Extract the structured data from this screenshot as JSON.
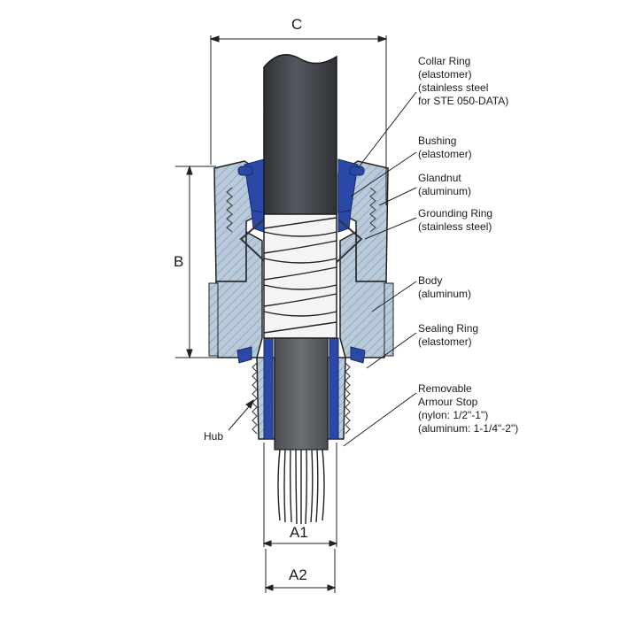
{
  "dimensions": {
    "c": "C",
    "b": "B",
    "a1": "A1",
    "a2": "A2"
  },
  "labels": {
    "collar_ring": {
      "title": "Collar Ring",
      "material": "(elastomer)",
      "note_1": "(stainless steel",
      "note_2": "for STE 050-DATA)"
    },
    "bushing": {
      "title": "Bushing",
      "material": "(elastomer)"
    },
    "glandnut": {
      "title": "Glandnut",
      "material": "(aluminum)"
    },
    "grounding_ring": {
      "title": "Grounding Ring",
      "material": "(stainless steel)"
    },
    "body": {
      "title": "Body",
      "material": "(aluminum)"
    },
    "sealing_ring": {
      "title": "Sealing Ring",
      "material": "(elastomer)"
    },
    "armour_stop": {
      "title": "Removable",
      "title_2": "Armour Stop",
      "note_1": "(nylon: 1/2\"-1\")",
      "note_2": "(aluminum: 1-1/4\"-2\")"
    },
    "hub": "Hub"
  },
  "colors": {
    "seal_blue": "#2a48a8",
    "metal_section": "#b7c9d8",
    "cable_dark": "#3a3d42",
    "line": "#222222"
  }
}
